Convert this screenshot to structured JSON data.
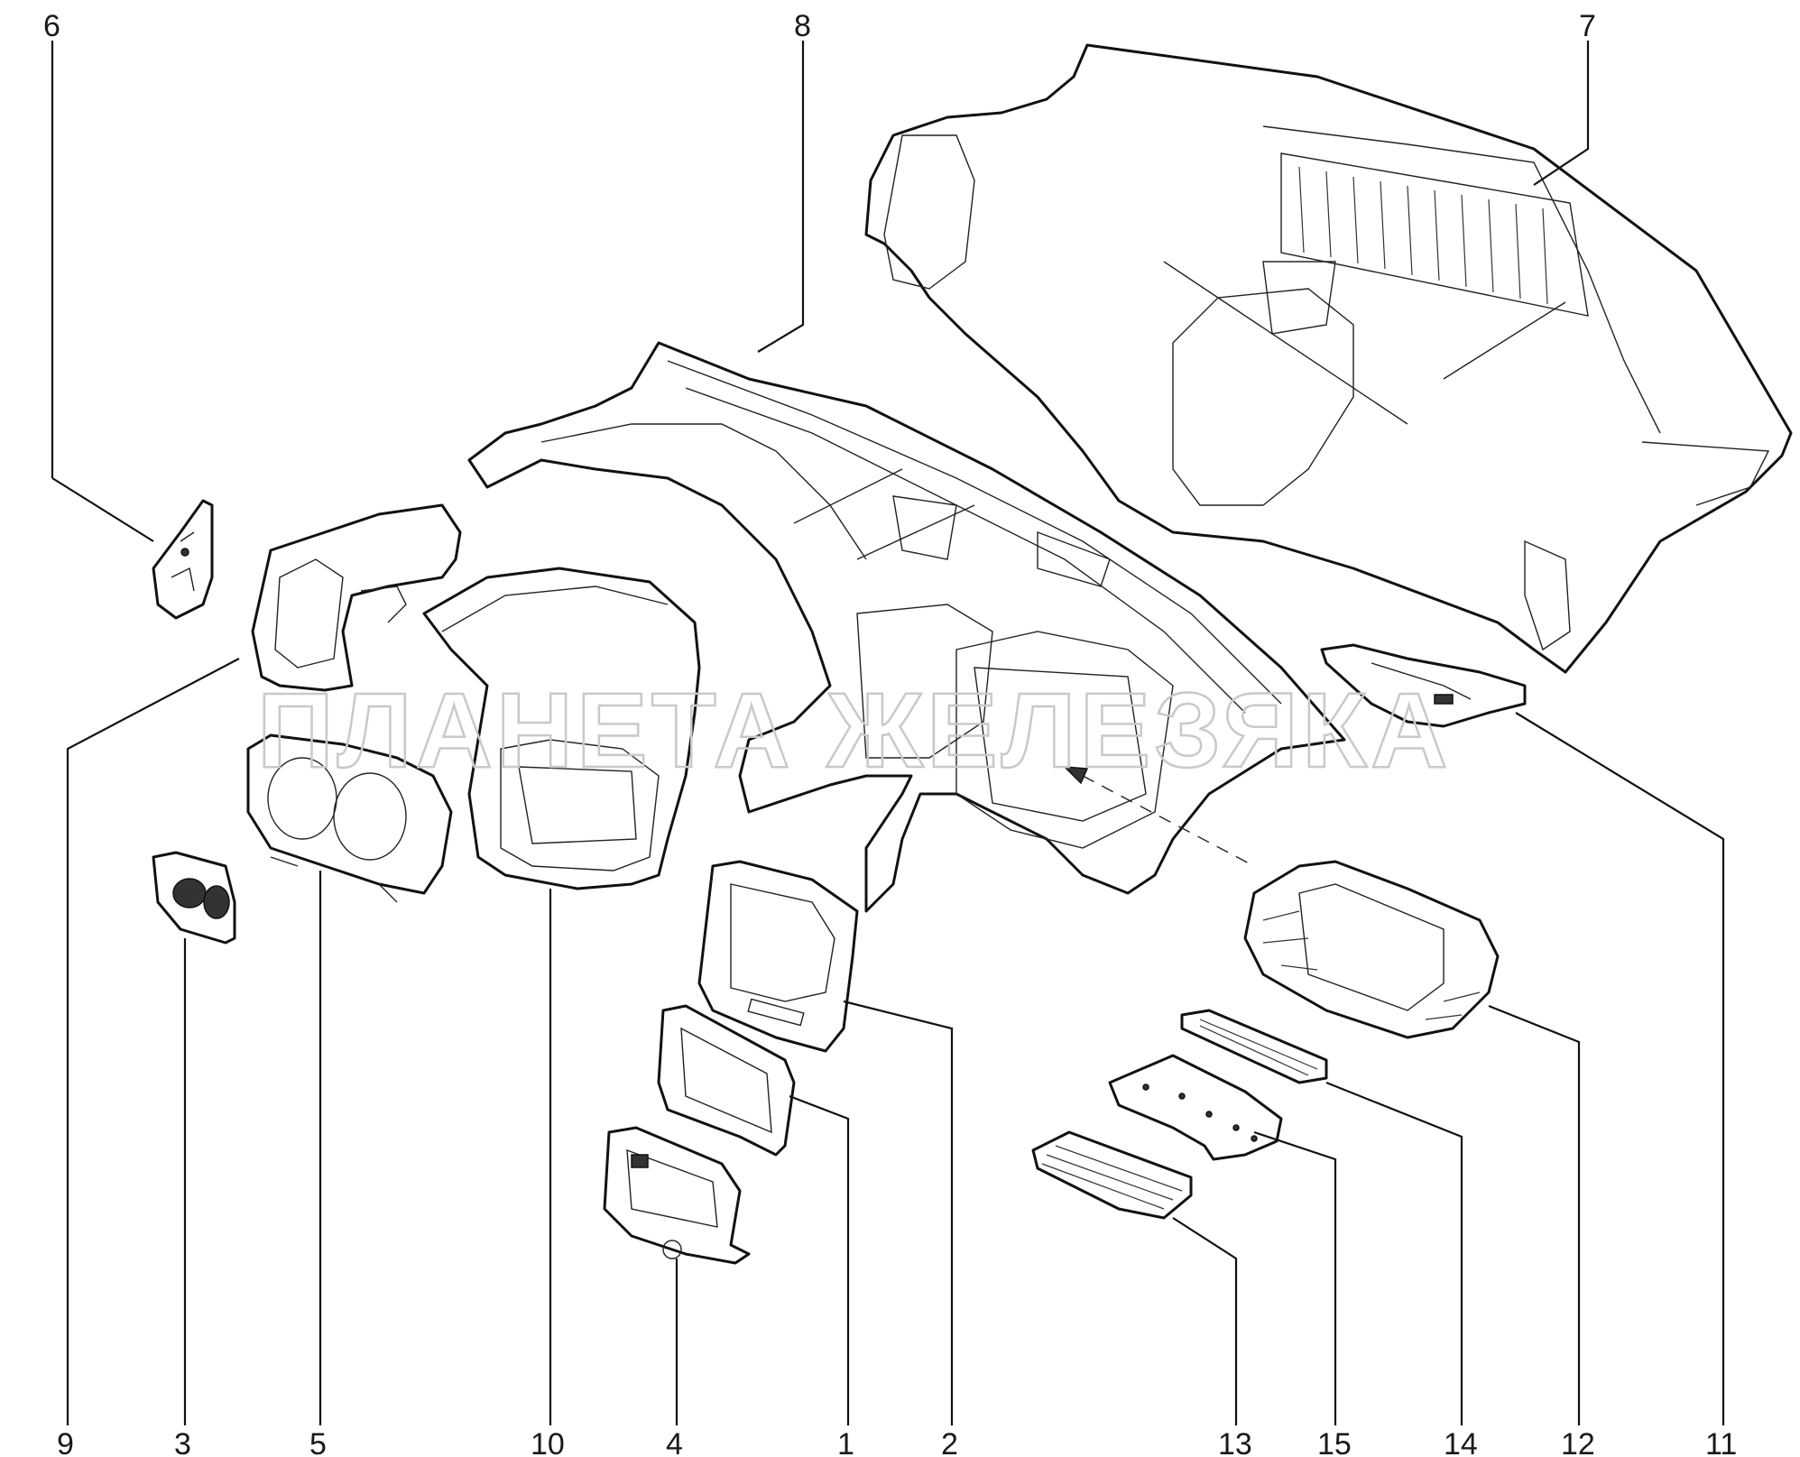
{
  "watermark": "ПЛАНЕТА ЖЕЛЕЗЯКА",
  "callouts": [
    "1",
    "2",
    "3",
    "4",
    "5",
    "6",
    "7",
    "8",
    "9",
    "10",
    "11",
    "12",
    "13",
    "14",
    "15"
  ],
  "colors": {
    "line": "#111111",
    "watermark": "#c9c9c9",
    "background": "#ffffff"
  }
}
